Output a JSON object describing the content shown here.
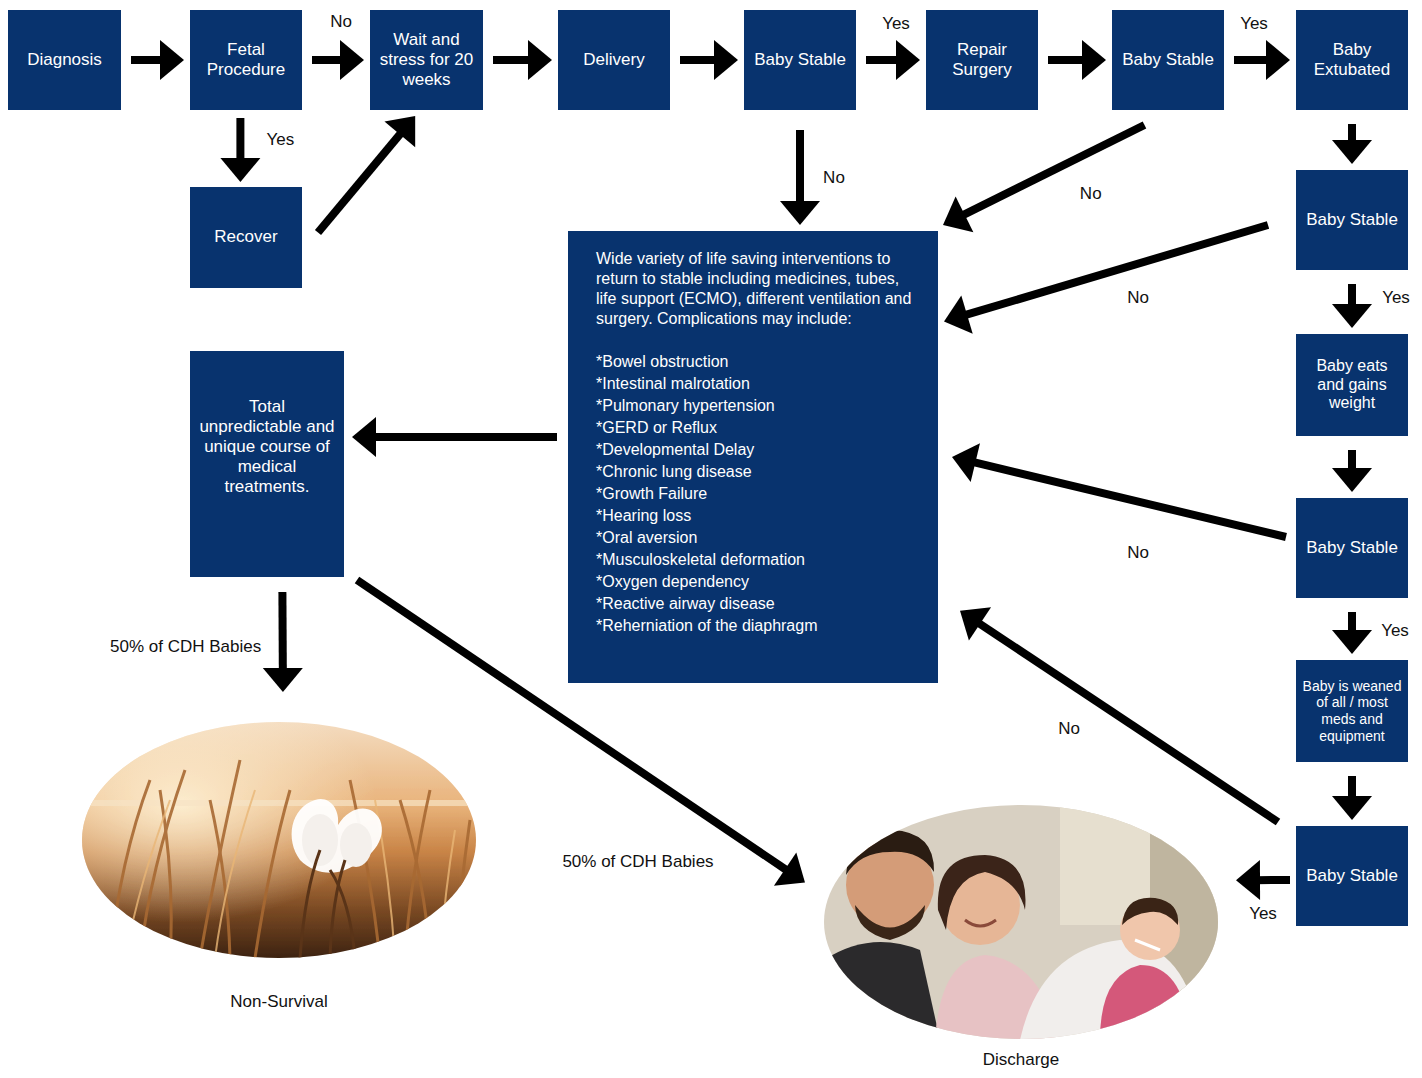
{
  "diagram": {
    "nodes": [
      {
        "text": [
          "Diagnosis"
        ]
      },
      {
        "text": [
          "Fetal Procedure"
        ]
      },
      {
        "text": [
          "Wait and stress for 20 weeks"
        ]
      },
      {
        "text": [
          "Delivery"
        ]
      },
      {
        "text": [
          "Baby Stable"
        ]
      },
      {
        "text": [
          "Repair Surgery"
        ]
      },
      {
        "text": [
          "Baby Stable"
        ]
      },
      {
        "text": [
          "Baby Extubated"
        ]
      },
      {
        "text": [
          "Baby Stable"
        ]
      },
      {
        "text": [
          "Recover"
        ]
      },
      {
        "text": [
          "Wide variety of life saving interventions to return to stable including medicines, tubes, life support (ECMO), different ventilation and surgery. Complications may include:",
          "*Bowel obstruction",
          "*Intestinal malrotation",
          "*Pulmonary hypertension",
          "*GERD or Reflux",
          "*Developmental Delay",
          "*Chronic lung disease",
          "*Growth Failure",
          "*Hearing loss",
          "*Oral aversion",
          "*Musculoskeletal deformation",
          "*Oxygen dependency",
          "*Reactive airway disease",
          "*Reherniation of the diaphragm"
        ]
      },
      {
        "text": [
          "Baby eats and gains weight"
        ]
      },
      {
        "text": [
          "Total unpredictable and unique course of medical treatments."
        ]
      },
      {
        "text": [
          "Baby Stable"
        ]
      },
      {
        "text": [
          "Baby is weaned of all / most meds and equipment"
        ]
      },
      {
        "text": [
          "Baby Stable"
        ]
      },
      {
        "text": [
          "Non-Survival"
        ]
      },
      {
        "text": [
          "Discharge"
        ]
      }
    ],
    "edges": [
      {
        "from": 0,
        "to": 1,
        "arrow": "to"
      },
      {
        "from": 1,
        "to": 2,
        "label": "No",
        "arrow": "to"
      },
      {
        "from": 1,
        "to": 9,
        "label": "Yes",
        "arrow": "to"
      },
      {
        "from": 9,
        "to": 2,
        "arrow": "to"
      },
      {
        "from": 2,
        "to": 3,
        "arrow": "to"
      },
      {
        "from": 3,
        "to": 4,
        "arrow": "to"
      },
      {
        "from": 4,
        "to": 5,
        "label": "Yes",
        "arrow": "to"
      },
      {
        "from": 4,
        "to": 10,
        "label": "No",
        "arrow": "to"
      },
      {
        "from": 5,
        "to": 6,
        "arrow": "to"
      },
      {
        "from": 6,
        "to": 7,
        "label": "Yes",
        "arrow": "to"
      },
      {
        "from": 6,
        "to": 10,
        "label": "No",
        "arrow": "to"
      },
      {
        "from": 7,
        "to": 8,
        "arrow": "to"
      },
      {
        "from": 8,
        "to": 10,
        "label": "No",
        "arrow": "to"
      },
      {
        "from": 8,
        "to": 11,
        "label": "Yes",
        "arrow": "to"
      },
      {
        "from": 11,
        "to": 13,
        "arrow": "to"
      },
      {
        "from": 13,
        "to": 10,
        "label": "No",
        "arrow": "to"
      },
      {
        "from": 13,
        "to": 14,
        "label": "Yes",
        "arrow": "to"
      },
      {
        "from": 14,
        "to": 15,
        "arrow": "to"
      },
      {
        "from": 15,
        "to": 10,
        "label": "No",
        "arrow": "to"
      },
      {
        "from": 15,
        "to": 17,
        "label": "Yes",
        "arrow": "to"
      },
      {
        "from": 10,
        "to": 12,
        "arrow": "to"
      },
      {
        "from": 12,
        "to": 16,
        "label": "50% of CDH Babies",
        "arrow": "to"
      },
      {
        "from": 12,
        "to": 17,
        "label": "50% of CDH Babies",
        "arrow": "to"
      }
    ]
  }
}
